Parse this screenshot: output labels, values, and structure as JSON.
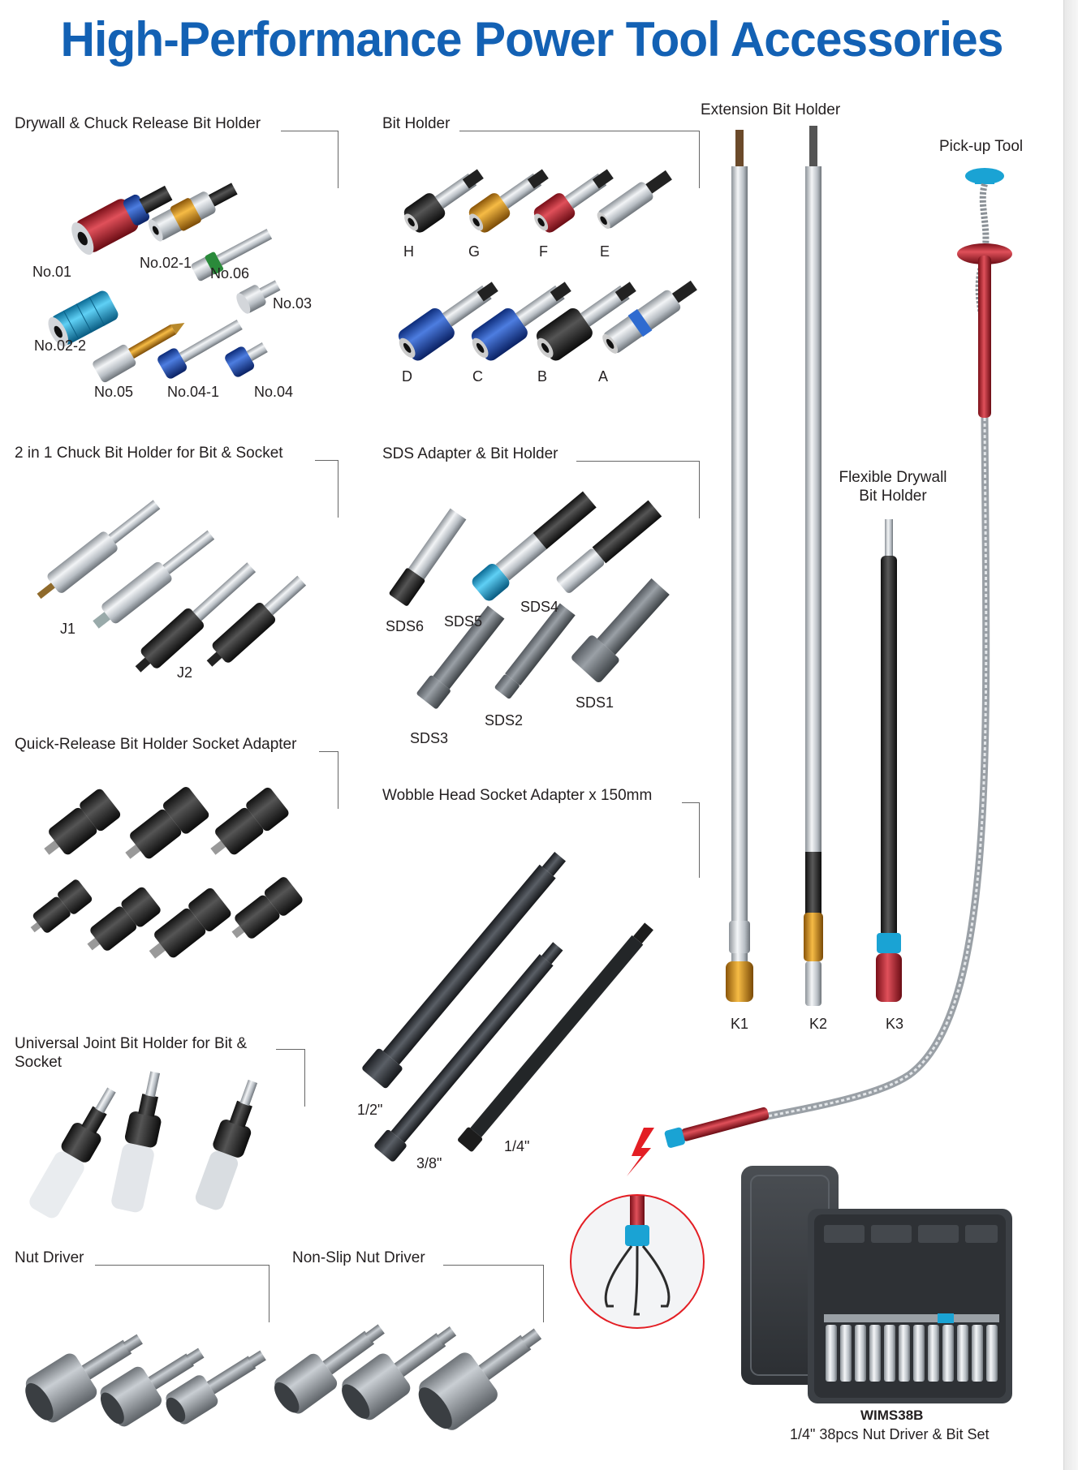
{
  "page": {
    "title": "High-Performance Power Tool Accessories"
  },
  "colors": {
    "title_blue": "#1361b4",
    "red": "#c8202f",
    "cyan": "#1aa3d4",
    "gold": "#d98f1c",
    "green": "#2a8a3a",
    "steel": "#b8bec4",
    "black": "#1b1b1b"
  },
  "sections": {
    "drywall": {
      "title": "Drywall & Chuck Release Bit Holder",
      "labels": [
        "No.01",
        "No.02-1",
        "No.06",
        "No.03",
        "No.02-2",
        "No.05",
        "No.04-1",
        "No.04"
      ]
    },
    "bit_holder": {
      "title": "Bit Holder",
      "labels": [
        "H",
        "G",
        "F",
        "E",
        "D",
        "C",
        "B",
        "A"
      ]
    },
    "extension": {
      "title": "Extension Bit Holder",
      "labels": [
        "K1",
        "K2",
        "K3"
      ]
    },
    "pickup": {
      "title": "Pick-up Tool"
    },
    "flexible": {
      "title_line1": "Flexible Drywall",
      "title_line2": "Bit Holder"
    },
    "two_in_one": {
      "title": "2 in 1 Chuck Bit Holder for Bit & Socket",
      "labels": [
        "J1",
        "J2"
      ]
    },
    "sds": {
      "title": "SDS Adapter & Bit Holder",
      "labels": [
        "SDS6",
        "SDS5",
        "SDS4",
        "SDS3",
        "SDS2",
        "SDS1"
      ]
    },
    "quick_release": {
      "title": "Quick-Release Bit Holder Socket Adapter"
    },
    "wobble": {
      "title": "Wobble Head Socket Adapter x 150mm",
      "labels": [
        "1/2\"",
        "3/8\"",
        "1/4\""
      ]
    },
    "universal": {
      "title_line1": "Universal Joint Bit Holder for Bit &",
      "title_line2": "Socket"
    },
    "nut_driver": {
      "title": "Nut Driver"
    },
    "nonslip": {
      "title": "Non-Slip Nut Driver"
    },
    "set": {
      "model": "WIMS38B",
      "description": "1/4\" 38pcs Nut Driver & Bit Set"
    }
  }
}
